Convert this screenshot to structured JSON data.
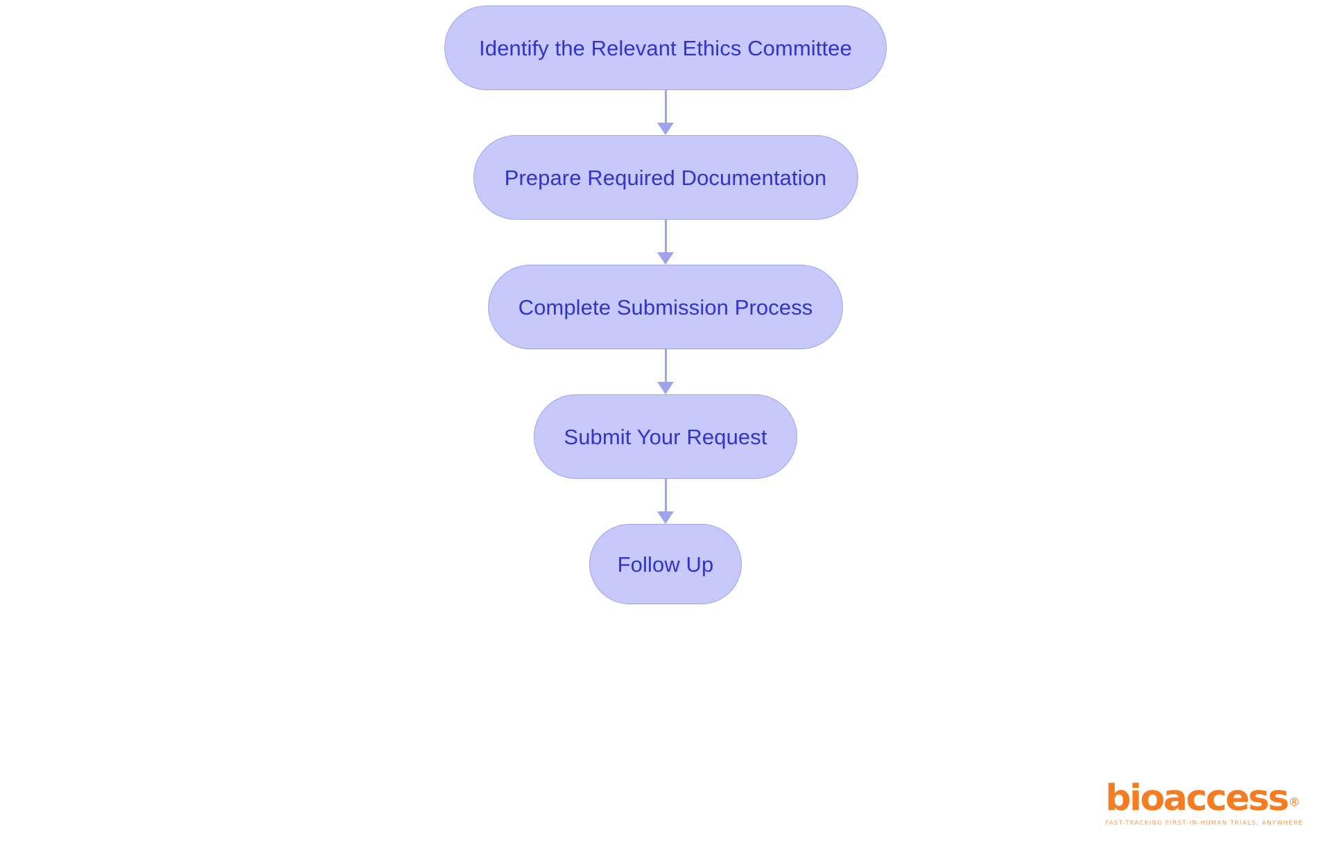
{
  "chart_data": {
    "type": "diagram",
    "diagram_type": "flowchart",
    "orientation": "top-to-bottom",
    "title": "",
    "nodes": [
      {
        "id": "n1",
        "label": "Identify the Relevant Ethics Committee",
        "shape": "stadium",
        "order": 1
      },
      {
        "id": "n2",
        "label": "Prepare Required Documentation",
        "shape": "stadium",
        "order": 2
      },
      {
        "id": "n3",
        "label": "Complete Submission Process",
        "shape": "stadium",
        "order": 3
      },
      {
        "id": "n4",
        "label": "Submit Your Request",
        "shape": "stadium",
        "order": 4
      },
      {
        "id": "n5",
        "label": "Follow Up",
        "shape": "stadium",
        "order": 5
      }
    ],
    "edges": [
      {
        "from": "n1",
        "to": "n2",
        "label": "",
        "arrow": "single"
      },
      {
        "from": "n2",
        "to": "n3",
        "label": "",
        "arrow": "single"
      },
      {
        "from": "n3",
        "to": "n4",
        "label": "",
        "arrow": "single"
      },
      {
        "from": "n4",
        "to": "n5",
        "label": "",
        "arrow": "single"
      }
    ],
    "colors": {
      "node_fill": "#C6C9F9",
      "node_border": "#9FA3EE",
      "node_text": "#3333CC",
      "edge": "#9FA3EE",
      "background": "#FFFFFF",
      "brand_orange": "#F57C20",
      "brand_orange_light": "#F79A4E"
    }
  },
  "nodes": {
    "n1": {
      "label": "Identify the Relevant Ethics Committee"
    },
    "n2": {
      "label": "Prepare Required Documentation"
    },
    "n3": {
      "label": "Complete Submission Process"
    },
    "n4": {
      "label": "Submit Your Request"
    },
    "n5": {
      "label": "Follow Up"
    }
  },
  "branding": {
    "wordmark": "bioaccess",
    "registered_mark": "®",
    "tagline": "FAST-TRACKING FIRST-IN-HUMAN TRIALS, ANYWHERE"
  }
}
